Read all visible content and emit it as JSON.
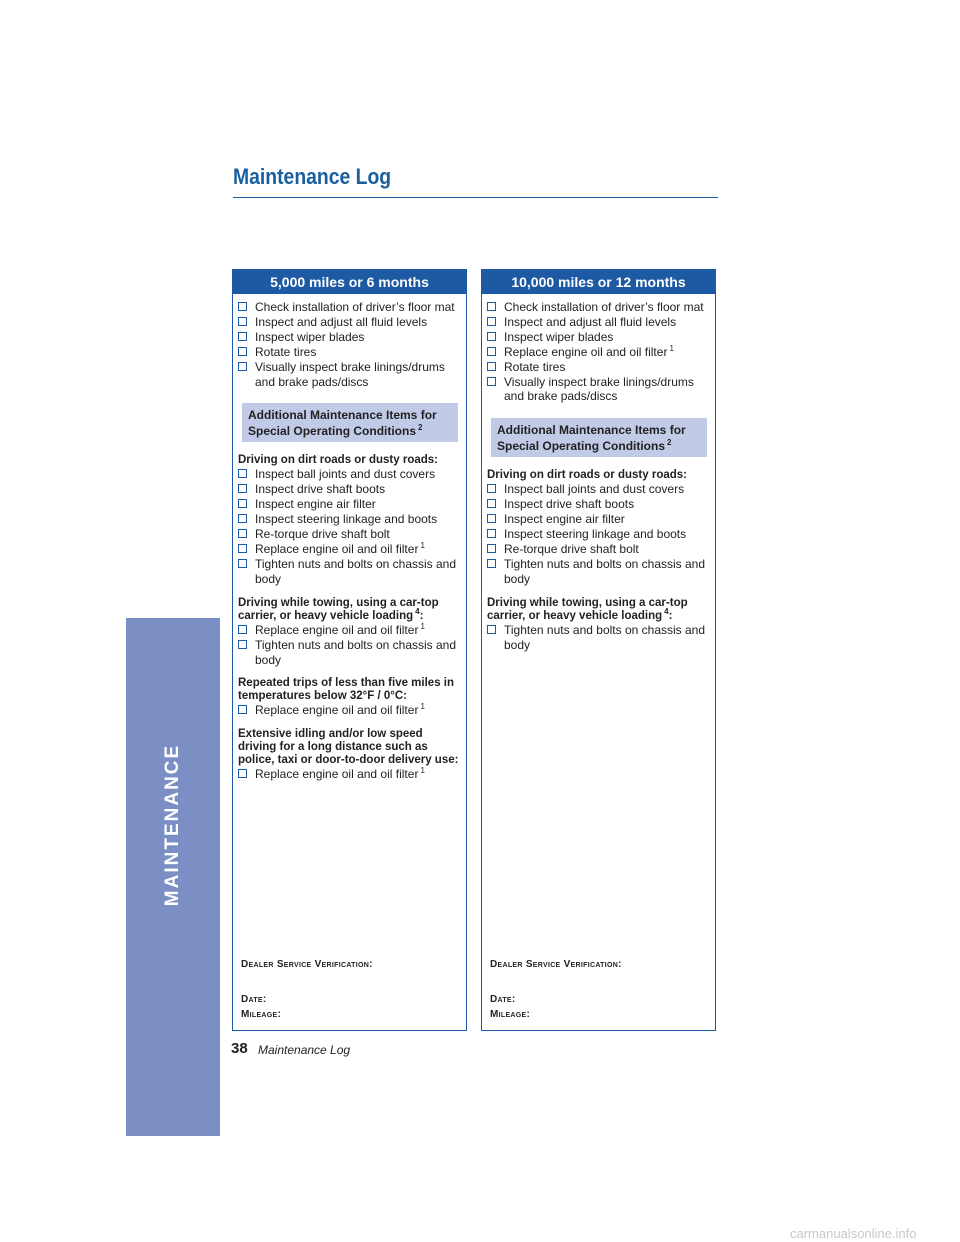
{
  "page": {
    "title": "Maintenance Log",
    "side_tab": "MAINTENANCE",
    "footer_number": "38",
    "footer_text": "Maintenance Log",
    "watermark": "carmanualsonline.info"
  },
  "colors": {
    "accent": "#1e5aa3",
    "title": "#1a5fa0",
    "side_tab": "#7b8fc4",
    "box": "#c1cbe8"
  },
  "left": {
    "heading": "5,000 miles or 6 months",
    "items": [
      {
        "text": "Check installation of driver’s floor mat",
        "sup": ""
      },
      {
        "text": "Inspect and adjust all fluid levels",
        "sup": ""
      },
      {
        "text": "Inspect wiper blades",
        "sup": ""
      },
      {
        "text": "Rotate tires",
        "sup": ""
      },
      {
        "text": "Visually inspect brake linings/drums and brake pads/discs",
        "sup": ""
      }
    ],
    "additional_title": "Additional Maintenance Items for Special Operating Conditions",
    "additional_sup": "2",
    "groups": [
      {
        "condition": "Driving on dirt roads or dusty roads:",
        "condition_sup": "",
        "condition_suffix": "",
        "items": [
          {
            "text": "Inspect ball joints and dust covers",
            "sup": ""
          },
          {
            "text": "Inspect drive shaft boots",
            "sup": ""
          },
          {
            "text": "Inspect engine air filter",
            "sup": ""
          },
          {
            "text": "Inspect steering linkage and boots",
            "sup": ""
          },
          {
            "text": "Re-torque drive shaft bolt",
            "sup": ""
          },
          {
            "text": "Replace engine oil and oil filter",
            "sup": "1"
          },
          {
            "text": "Tighten nuts and bolts on chassis and body",
            "sup": ""
          }
        ]
      },
      {
        "condition": "Driving while towing, using a car-top carrier, or heavy vehicle loading",
        "condition_sup": "4",
        "condition_suffix": ":",
        "items": [
          {
            "text": "Replace engine oil and oil filter",
            "sup": "1"
          },
          {
            "text": "Tighten nuts and bolts on chassis and body",
            "sup": ""
          }
        ]
      },
      {
        "condition": "Repeated trips of less than five miles in temperatures below 32°F / 0°C:",
        "condition_sup": "",
        "condition_suffix": "",
        "items": [
          {
            "text": "Replace engine oil and oil filter",
            "sup": "1"
          }
        ]
      },
      {
        "condition": "Extensive idling and/or low speed driving for a long distance such as police, taxi or door-to-door delivery use:",
        "condition_sup": "",
        "condition_suffix": "",
        "items": [
          {
            "text": "Replace engine oil and oil filter",
            "sup": "1"
          }
        ]
      }
    ],
    "dealer": "Dealer Service Verification:",
    "date": "Date:",
    "mileage": "Mileage:"
  },
  "right": {
    "heading": "10,000 miles or 12 months",
    "items": [
      {
        "text": "Check installation of driver’s floor mat",
        "sup": ""
      },
      {
        "text": "Inspect and adjust all fluid levels",
        "sup": ""
      },
      {
        "text": "Inspect wiper blades",
        "sup": ""
      },
      {
        "text": "Replace engine oil and oil filter",
        "sup": "1"
      },
      {
        "text": "Rotate tires",
        "sup": ""
      },
      {
        "text": "Visually inspect brake linings/drums and brake pads/discs",
        "sup": ""
      }
    ],
    "additional_title": "Additional Maintenance Items for Special Operating Conditions",
    "additional_sup": "2",
    "groups": [
      {
        "condition": "Driving on dirt roads or dusty roads:",
        "condition_sup": "",
        "condition_suffix": "",
        "items": [
          {
            "text": "Inspect ball joints and dust covers",
            "sup": ""
          },
          {
            "text": "Inspect drive shaft boots",
            "sup": ""
          },
          {
            "text": "Inspect engine air filter",
            "sup": ""
          },
          {
            "text": "Inspect steering linkage and boots",
            "sup": ""
          },
          {
            "text": "Re-torque drive shaft bolt",
            "sup": ""
          },
          {
            "text": "Tighten nuts and bolts on chassis and body",
            "sup": ""
          }
        ]
      },
      {
        "condition": "Driving while towing, using a car-top carrier, or heavy vehicle loading",
        "condition_sup": "4",
        "condition_suffix": ":",
        "items": [
          {
            "text": "Tighten nuts and bolts on chassis and body",
            "sup": ""
          }
        ]
      }
    ],
    "dealer": "Dealer Service Verification:",
    "date": "Date:",
    "mileage": "Mileage:"
  }
}
